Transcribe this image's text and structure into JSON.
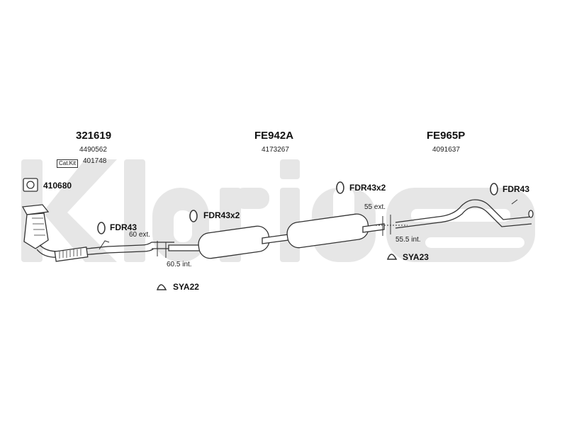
{
  "watermark": "klarius",
  "parts": [
    {
      "code": "321619",
      "oe": "4490562"
    },
    {
      "code": "FE942A",
      "oe": "4173267"
    },
    {
      "code": "FE965P",
      "oe": "4091637"
    }
  ],
  "cat_kit": {
    "label": "Cat.Kit",
    "code": "401748"
  },
  "gasket": {
    "code": "410680"
  },
  "mounts": {
    "front": "FDR43",
    "middle": "FDR43x2",
    "rear_top": "FDR43x2",
    "rear": "FDR43"
  },
  "clamps": {
    "front": "SYA22",
    "rear": "SYA23"
  },
  "dims": {
    "front_ext": "60 ext.",
    "front_int": "60.5 int.",
    "rear_ext": "55 ext.",
    "rear_int": "55.5 int."
  }
}
